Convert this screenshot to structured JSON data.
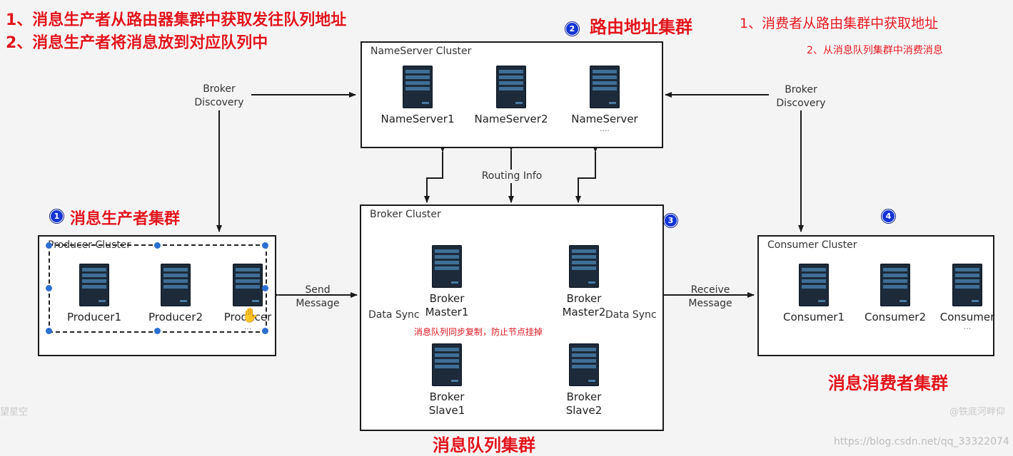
{
  "notes_top_left": [
    "1、消息生产者从路由器集群中获取发往队列地址",
    "2、消息生产者将消息放到对应队列中"
  ],
  "notes_top_right": [
    "1、消费者从路由集群中获取地址",
    "2、从消息队列集群中消费消息"
  ],
  "headings": {
    "routing": "路由地址集群",
    "producer": "消息生产者集群",
    "queue": "消息队列集群",
    "consumer": "消息消费者集群"
  },
  "badges": [
    "1",
    "2",
    "3",
    "4"
  ],
  "nameserver_cluster": {
    "title": "NameServer Cluster",
    "nodes": [
      "NameServer1",
      "NameServer2",
      "NameServer"
    ],
    "more": "...."
  },
  "broker_cluster": {
    "title": "Broker Cluster",
    "nodes": [
      "Broker\nMaster1",
      "Broker\nMaster2",
      "Broker\nSlave1",
      "Broker\nSlave2"
    ],
    "data_sync_left": "Data Sync",
    "data_sync_right": "Data Sync",
    "sync_note": "消息队列同步复制，防止节点挂掉"
  },
  "producer_cluster": {
    "title": "Producer Cluster",
    "nodes": [
      "Producer1",
      "Producer2",
      "Producer"
    ],
    "more": "..."
  },
  "consumer_cluster": {
    "title": "Consumer Cluster",
    "nodes": [
      "Consumer1",
      "Consumer2",
      "Consumer"
    ],
    "more": "..."
  },
  "edge_labels": {
    "broker_discovery_left": "Broker\nDiscovery",
    "broker_discovery_right": "Broker\nDiscovery",
    "routing_info": "Routing Info",
    "send_message": "Send\nMessage",
    "receive_message": "Receive\nMessage"
  },
  "watermarks": {
    "left": "望星空",
    "right": "@铁底河畔仰",
    "url": "https://blog.csdn.net/qq_33322074"
  },
  "colors": {
    "accent_red": "#e0141c",
    "badge_blue": "#1435d6",
    "server_body": "#1c2a3a",
    "selection_handle": "#2b6fd0"
  }
}
